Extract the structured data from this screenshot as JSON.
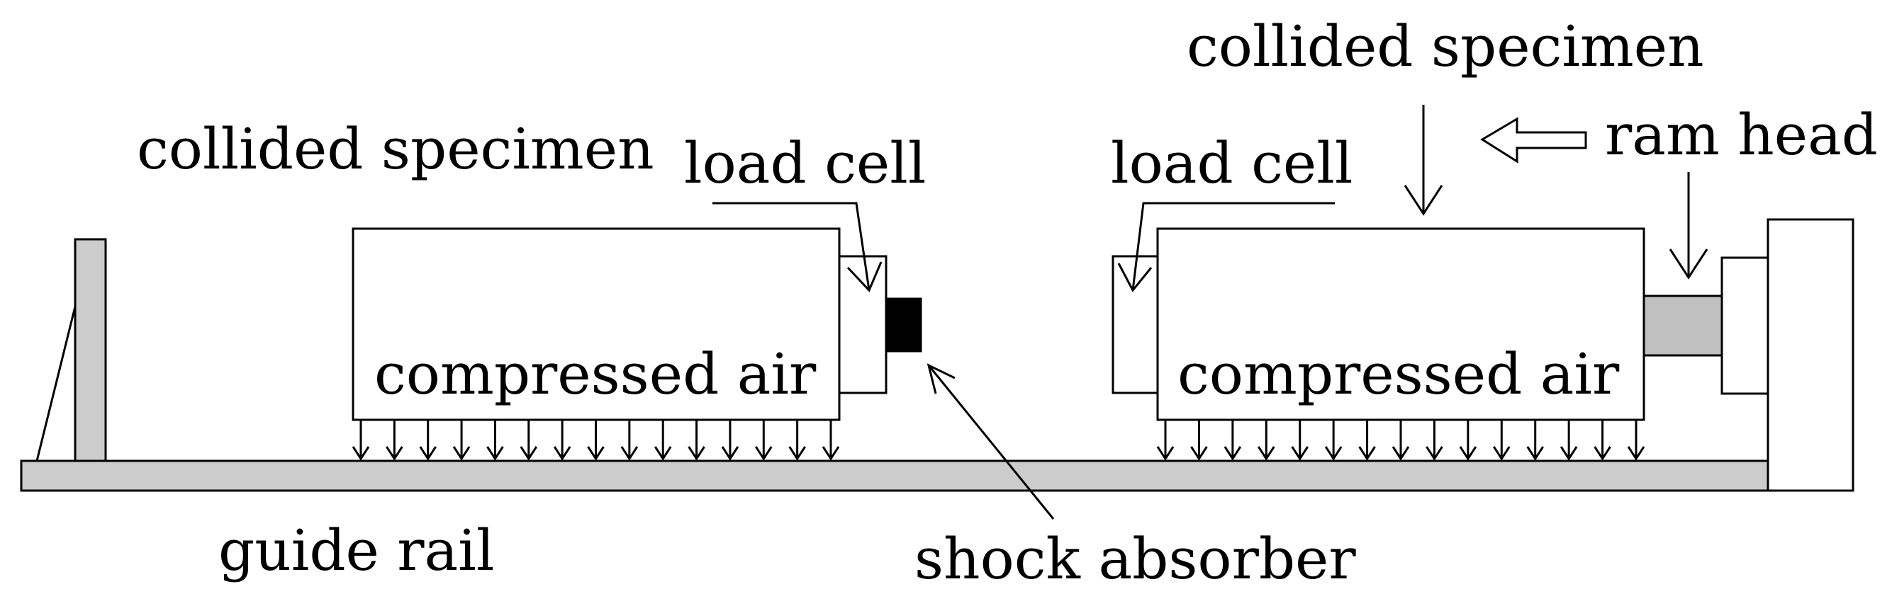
{
  "labels": {
    "collided_specimen_left": "collided specimen",
    "load_cell_left": "load cell",
    "compressed_air_left": "compressed air",
    "load_cell_right": "load cell",
    "collided_specimen_right": "collided specimen",
    "ram_head": "ram head",
    "compressed_air_right": "compressed air",
    "guide_rail": "guide rail",
    "shock_absorber": "shock  absorber"
  },
  "colors": {
    "rail_fill": "#cccccc",
    "ram_fill": "#c0c0c0",
    "absorber_fill": "#000000",
    "outline": "#000000",
    "background": "#ffffff"
  }
}
